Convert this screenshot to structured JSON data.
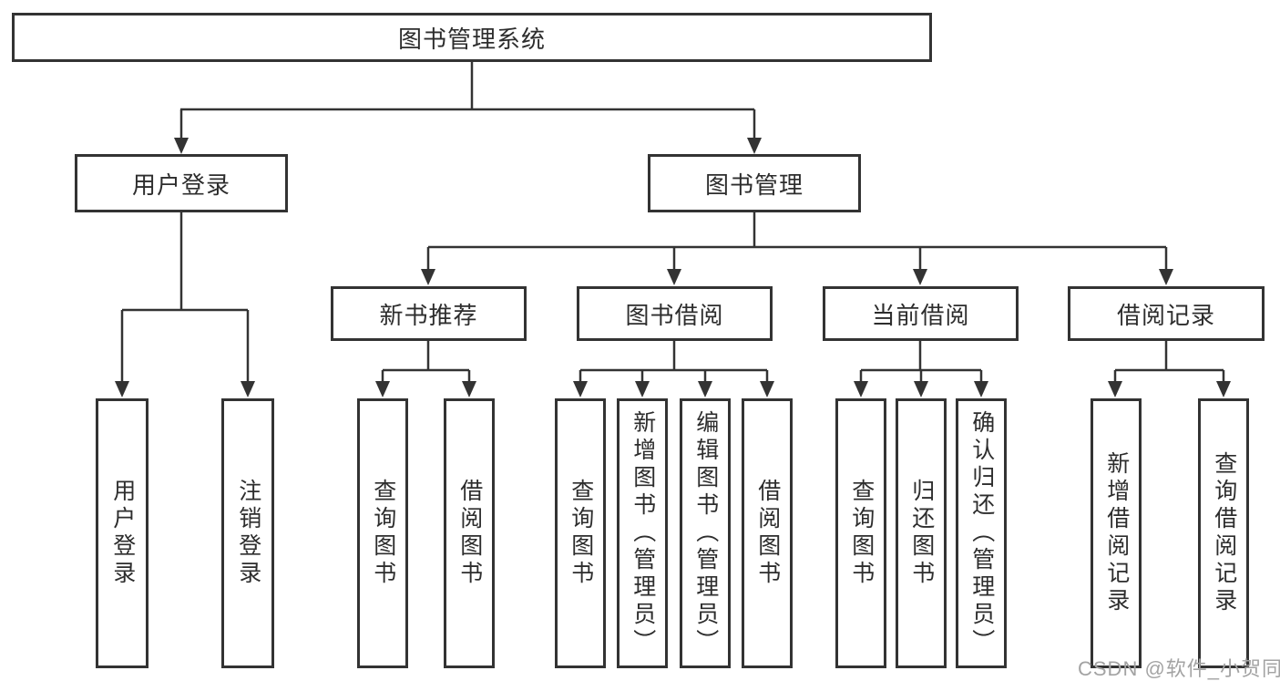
{
  "tree": {
    "root": {
      "label": "图书管理系统",
      "children": [
        {
          "label": "用户登录",
          "children": [
            {
              "label": "用户登录"
            },
            {
              "label": "注销登录"
            }
          ]
        },
        {
          "label": "图书管理",
          "children": [
            {
              "label": "新书推荐",
              "children": [
                {
                  "label": "查询图书"
                },
                {
                  "label": "借阅图书"
                }
              ]
            },
            {
              "label": "图书借阅",
              "children": [
                {
                  "label": "查询图书"
                },
                {
                  "label": "新增图书（管理员）"
                },
                {
                  "label": "编辑图书（管理员）"
                },
                {
                  "label": "借阅图书"
                }
              ]
            },
            {
              "label": "当前借阅",
              "children": [
                {
                  "label": "查询图书"
                },
                {
                  "label": "归还图书"
                },
                {
                  "label": "确认归还（管理员）"
                }
              ]
            },
            {
              "label": "借阅记录",
              "children": [
                {
                  "label": "新增借阅记录"
                },
                {
                  "label": "查询借阅记录"
                }
              ]
            }
          ]
        }
      ]
    }
  },
  "watermark": {
    "text": "CSDN @软件_小贺同学"
  },
  "colors": {
    "line": "#333333",
    "box_border": "#333333",
    "text": "#2d2d2d",
    "watermark": "#a3a3a3",
    "background": "#ffffff"
  }
}
